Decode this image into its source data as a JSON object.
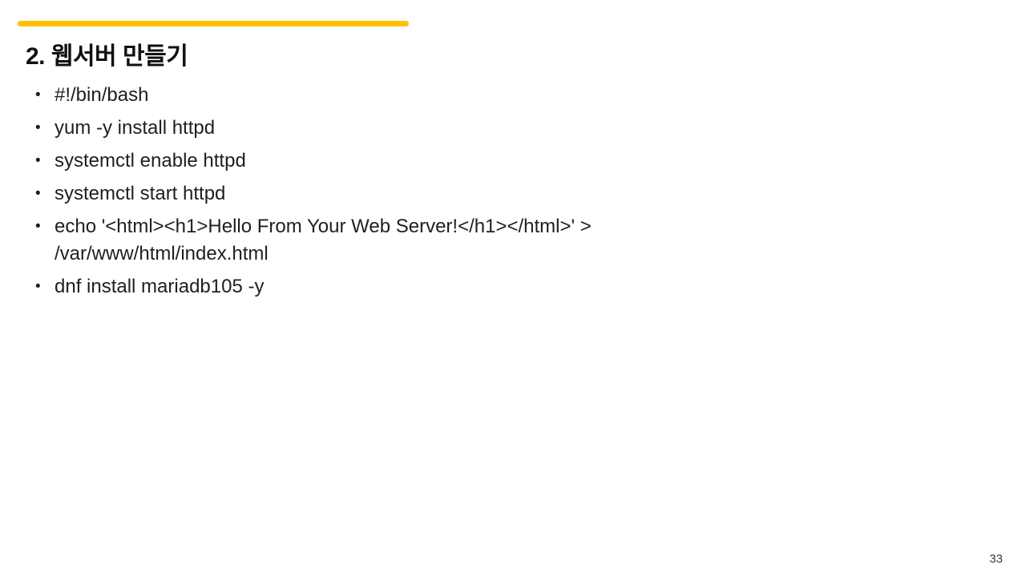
{
  "slide": {
    "title": "2. 웹서버 만들기",
    "accent_color": "#FFC000",
    "bullets": [
      "#!/bin/bash",
      "yum -y install httpd",
      "systemctl enable httpd",
      "systemctl start httpd",
      "echo '<html><h1>Hello From Your Web Server!</h1></html>' > /var/www/html/index.html",
      "dnf install mariadb105 -y"
    ],
    "page_number": "33"
  }
}
